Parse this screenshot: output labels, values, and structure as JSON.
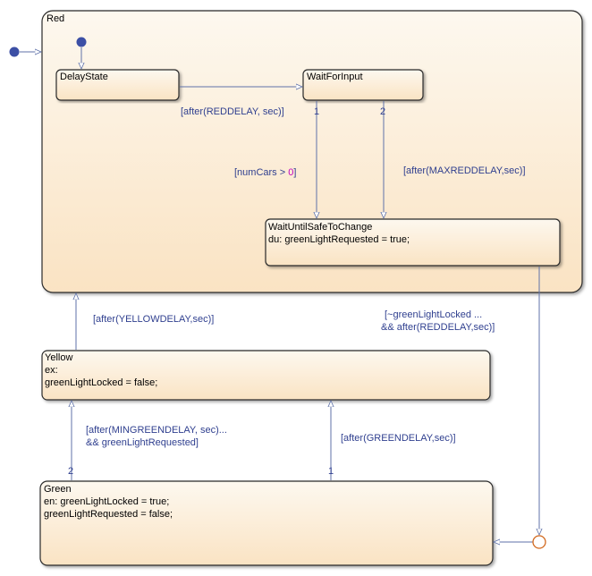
{
  "states": {
    "red": {
      "name": "Red"
    },
    "delay_state": {
      "name": "DelayState"
    },
    "wait_for_input": {
      "name": "WaitForInput"
    },
    "wait_safe": {
      "name": "WaitUntilSafeToChange",
      "actions": [
        "du: greenLightRequested = true;"
      ]
    },
    "yellow": {
      "name": "Yellow",
      "actions": [
        "ex:",
        "greenLightLocked = false;"
      ]
    },
    "green": {
      "name": "Green",
      "actions": [
        "en: greenLightLocked = true;",
        "greenLightRequested = false;"
      ]
    }
  },
  "transitions": {
    "delay_to_wait": "[after(REDDELAY, sec)]",
    "numcars_prefix": "[numCars > ",
    "numcars_value": "0",
    "numcars_suffix": "]",
    "maxreddelay": "[after(MAXREDDELAY,sec)]",
    "yellow_to_red": "[after(YELLOWDELAY,sec)]",
    "safe_to_junction_line1": "[~greenLightLocked ...",
    "safe_to_junction_line2": "&& after(REDDELAY,sec)]",
    "green_to_yellow_mingreen_line1": "[after(MINGREENDELAY, sec)...",
    "green_to_yellow_mingreen_line2": "&& greenLightRequested]",
    "green_to_yellow_green": "[after(GREENDELAY,sec)]"
  },
  "priorities": {
    "wait_numcars": "1",
    "wait_maxred": "2",
    "green_mingreen": "2",
    "green_greendelay": "1"
  },
  "colors": {
    "state_fill_top": "#fdf8ef",
    "state_fill_bottom": "#fae3c3",
    "state_border": "#2b2b2b",
    "transition_line": "#5f72a9",
    "transition_label": "#2f3f8f",
    "default_dot": "#3c4fa5",
    "junction_stroke": "#d2691e",
    "value_highlight": "#c000c0"
  }
}
